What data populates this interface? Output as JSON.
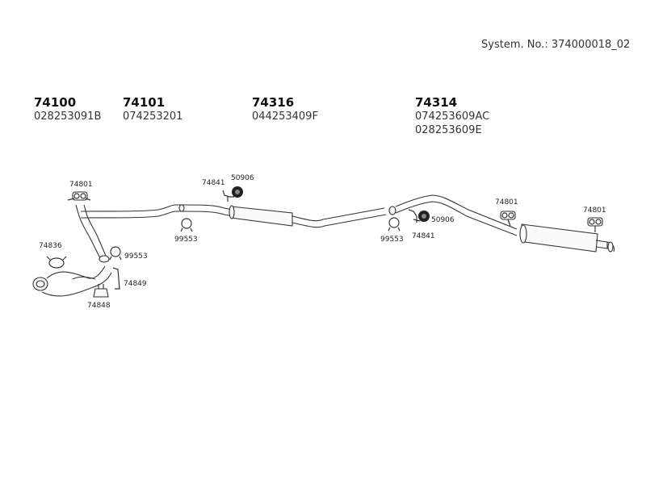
{
  "system_number": "System. No.: 374000018_02",
  "part_groups": [
    {
      "number": "74100",
      "oem": [
        "028253091B"
      ]
    },
    {
      "number": "74101",
      "oem": [
        "074253201"
      ]
    },
    {
      "number": "74316",
      "oem": [
        "044253409F"
      ]
    },
    {
      "number": "74314",
      "oem": [
        "074253609AC",
        "028253609E"
      ]
    }
  ],
  "callouts": {
    "hanger_front": "74801",
    "clamp_front": "74836",
    "clamp_99553_a": "99553",
    "bracket_74849": "74849",
    "mount_74848": "74848",
    "bracket_74841_a": "74841",
    "ring_50906_a": "50906",
    "clamp_99553_b": "99553",
    "clamp_99553_c": "99553",
    "bracket_74841_b": "74841",
    "ring_50906_b": "50906",
    "hanger_rear_a": "74801",
    "hanger_rear_b": "74801"
  }
}
